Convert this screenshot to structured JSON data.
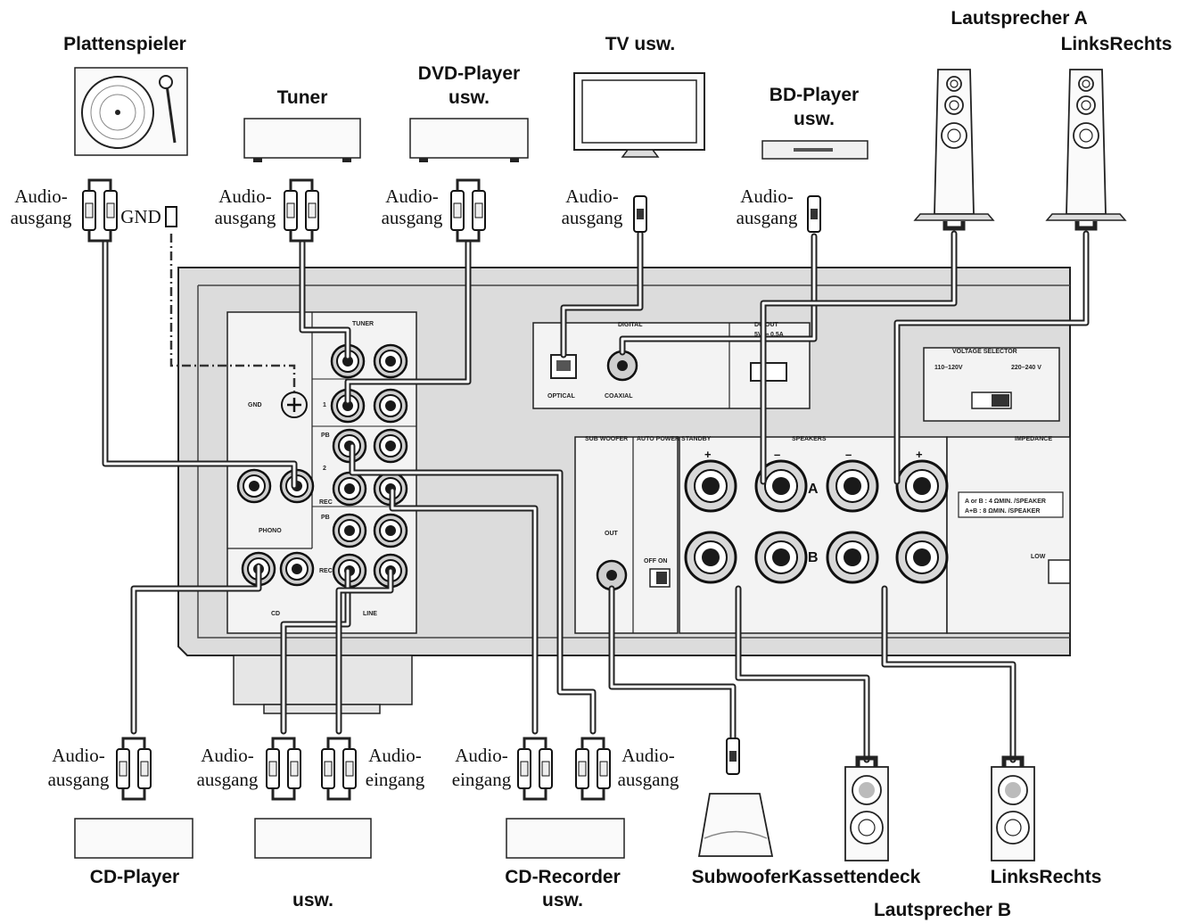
{
  "labels": {
    "turntable": "Plattenspieler",
    "tuner": "Tuner",
    "dvd": "DVD-Player",
    "dvd2": "usw.",
    "tv": "TV usw.",
    "bd": "BD-Player",
    "bd2": "usw.",
    "speakers_a": "Lautsprecher A",
    "left_right_top": "LinksRechts",
    "cd_player": "CD-Player",
    "etc": "usw.",
    "cd_recorder": "CD-Recorder",
    "cd_recorder2": "usw.",
    "subwoofer_cassette": "SubwooferKassettendeck",
    "left_right_bottom": "LinksRechts",
    "speakers_b": "Lautsprecher B"
  },
  "connector_labels": {
    "audio": "Audio-",
    "out": "ausgang",
    "in": "eingang",
    "gnd": "GND"
  },
  "panel_labels": {
    "tuner": "TUNER",
    "gnd": "GND",
    "phono": "PHONO",
    "cd": "CD",
    "line": "LINE",
    "digital": "DIGITAL",
    "optical": "OPTICAL",
    "coaxial": "COAXIAL",
    "dc_out": "DC OUT",
    "dc_spec": "5V ⎓ 0.5A",
    "voltage_selector": "VOLTAGE SELECTOR",
    "v_low": "110–120V",
    "v_high": "220–240 V",
    "subwoofer": "SUB WOOFER",
    "auto_power": "AUTO POWER STANDBY",
    "out": "OUT",
    "off_on": "OFF ON",
    "speakers": "SPEAKERS",
    "impedance": "IMPEDANCE",
    "imp_line1": "A or B : 4 ΩMIN. /SPEAKER",
    "imp_line2": "A+B : 8 ΩMIN. /SPEAKER",
    "low": "LOW",
    "a": "A",
    "b": "B",
    "pb": "PB",
    "rec": "REC",
    "n1": "1",
    "n2": "2",
    "plus": "+",
    "minus": "–"
  },
  "colors": {
    "panel": "#dcdcdc",
    "line": "#222222",
    "bg": "#ffffff"
  }
}
